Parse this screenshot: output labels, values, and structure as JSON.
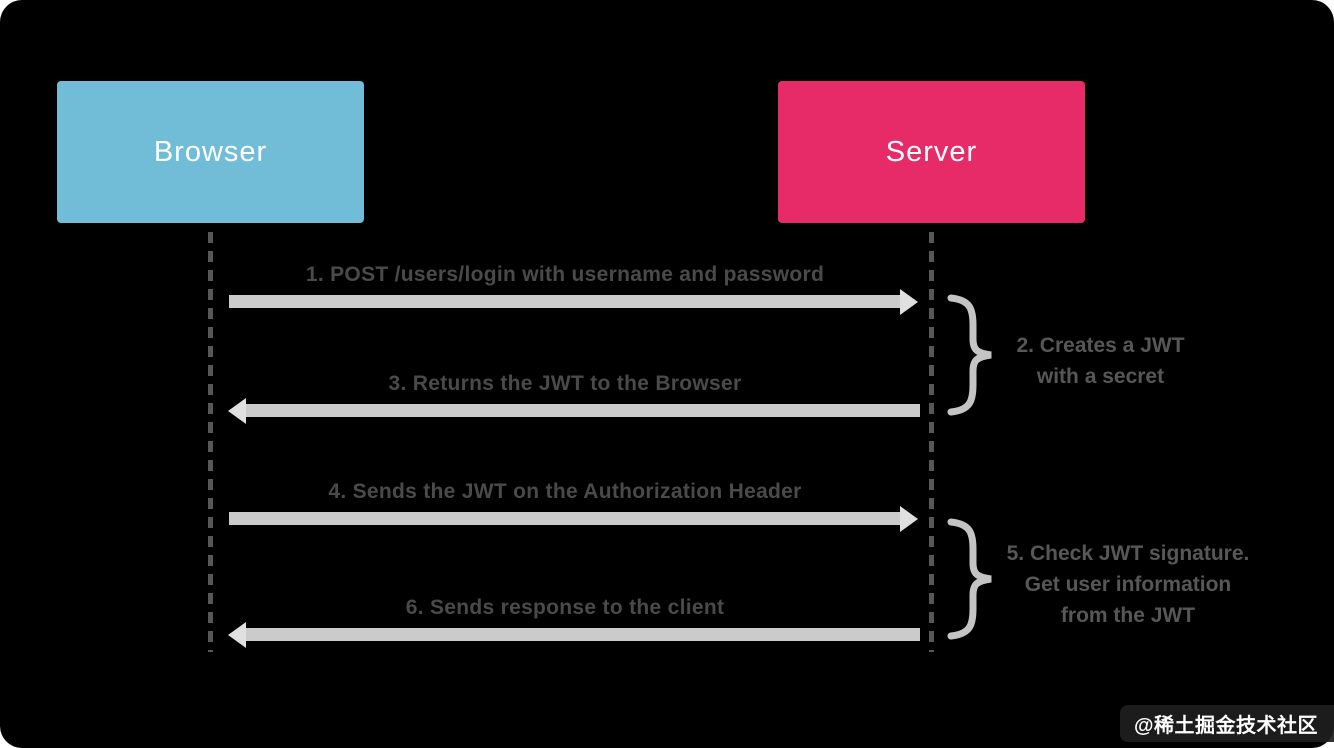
{
  "diagram": {
    "actors": [
      {
        "label": "Browser",
        "color": "#71bcd6"
      },
      {
        "label": "Server",
        "color": "#e72a68"
      }
    ],
    "messages": [
      {
        "label": "1. POST /users/login with username and password",
        "direction": "right",
        "from": "Browser",
        "to": "Server"
      },
      {
        "label": "3. Returns the JWT to the Browser",
        "direction": "left",
        "from": "Server",
        "to": "Browser"
      },
      {
        "label": "4. Sends the JWT on the Authorization Header",
        "direction": "right",
        "from": "Browser",
        "to": "Server"
      },
      {
        "label": "6. Sends response to the client",
        "direction": "left",
        "from": "Server",
        "to": "Browser"
      }
    ],
    "server_notes": [
      {
        "lines": [
          "2. Creates a JWT",
          "with a secret"
        ]
      },
      {
        "lines": [
          "5. Check JWT signature.",
          "Get user information",
          "from the JWT"
        ]
      }
    ],
    "watermark": "@稀土掘金技术社区",
    "colors": {
      "background": "#000000",
      "arrow": "#cbcbcb",
      "label_text": "#4a4a4a",
      "note_text": "#575757",
      "lifeline": "#575757",
      "brace": "#c4c4c4"
    }
  }
}
